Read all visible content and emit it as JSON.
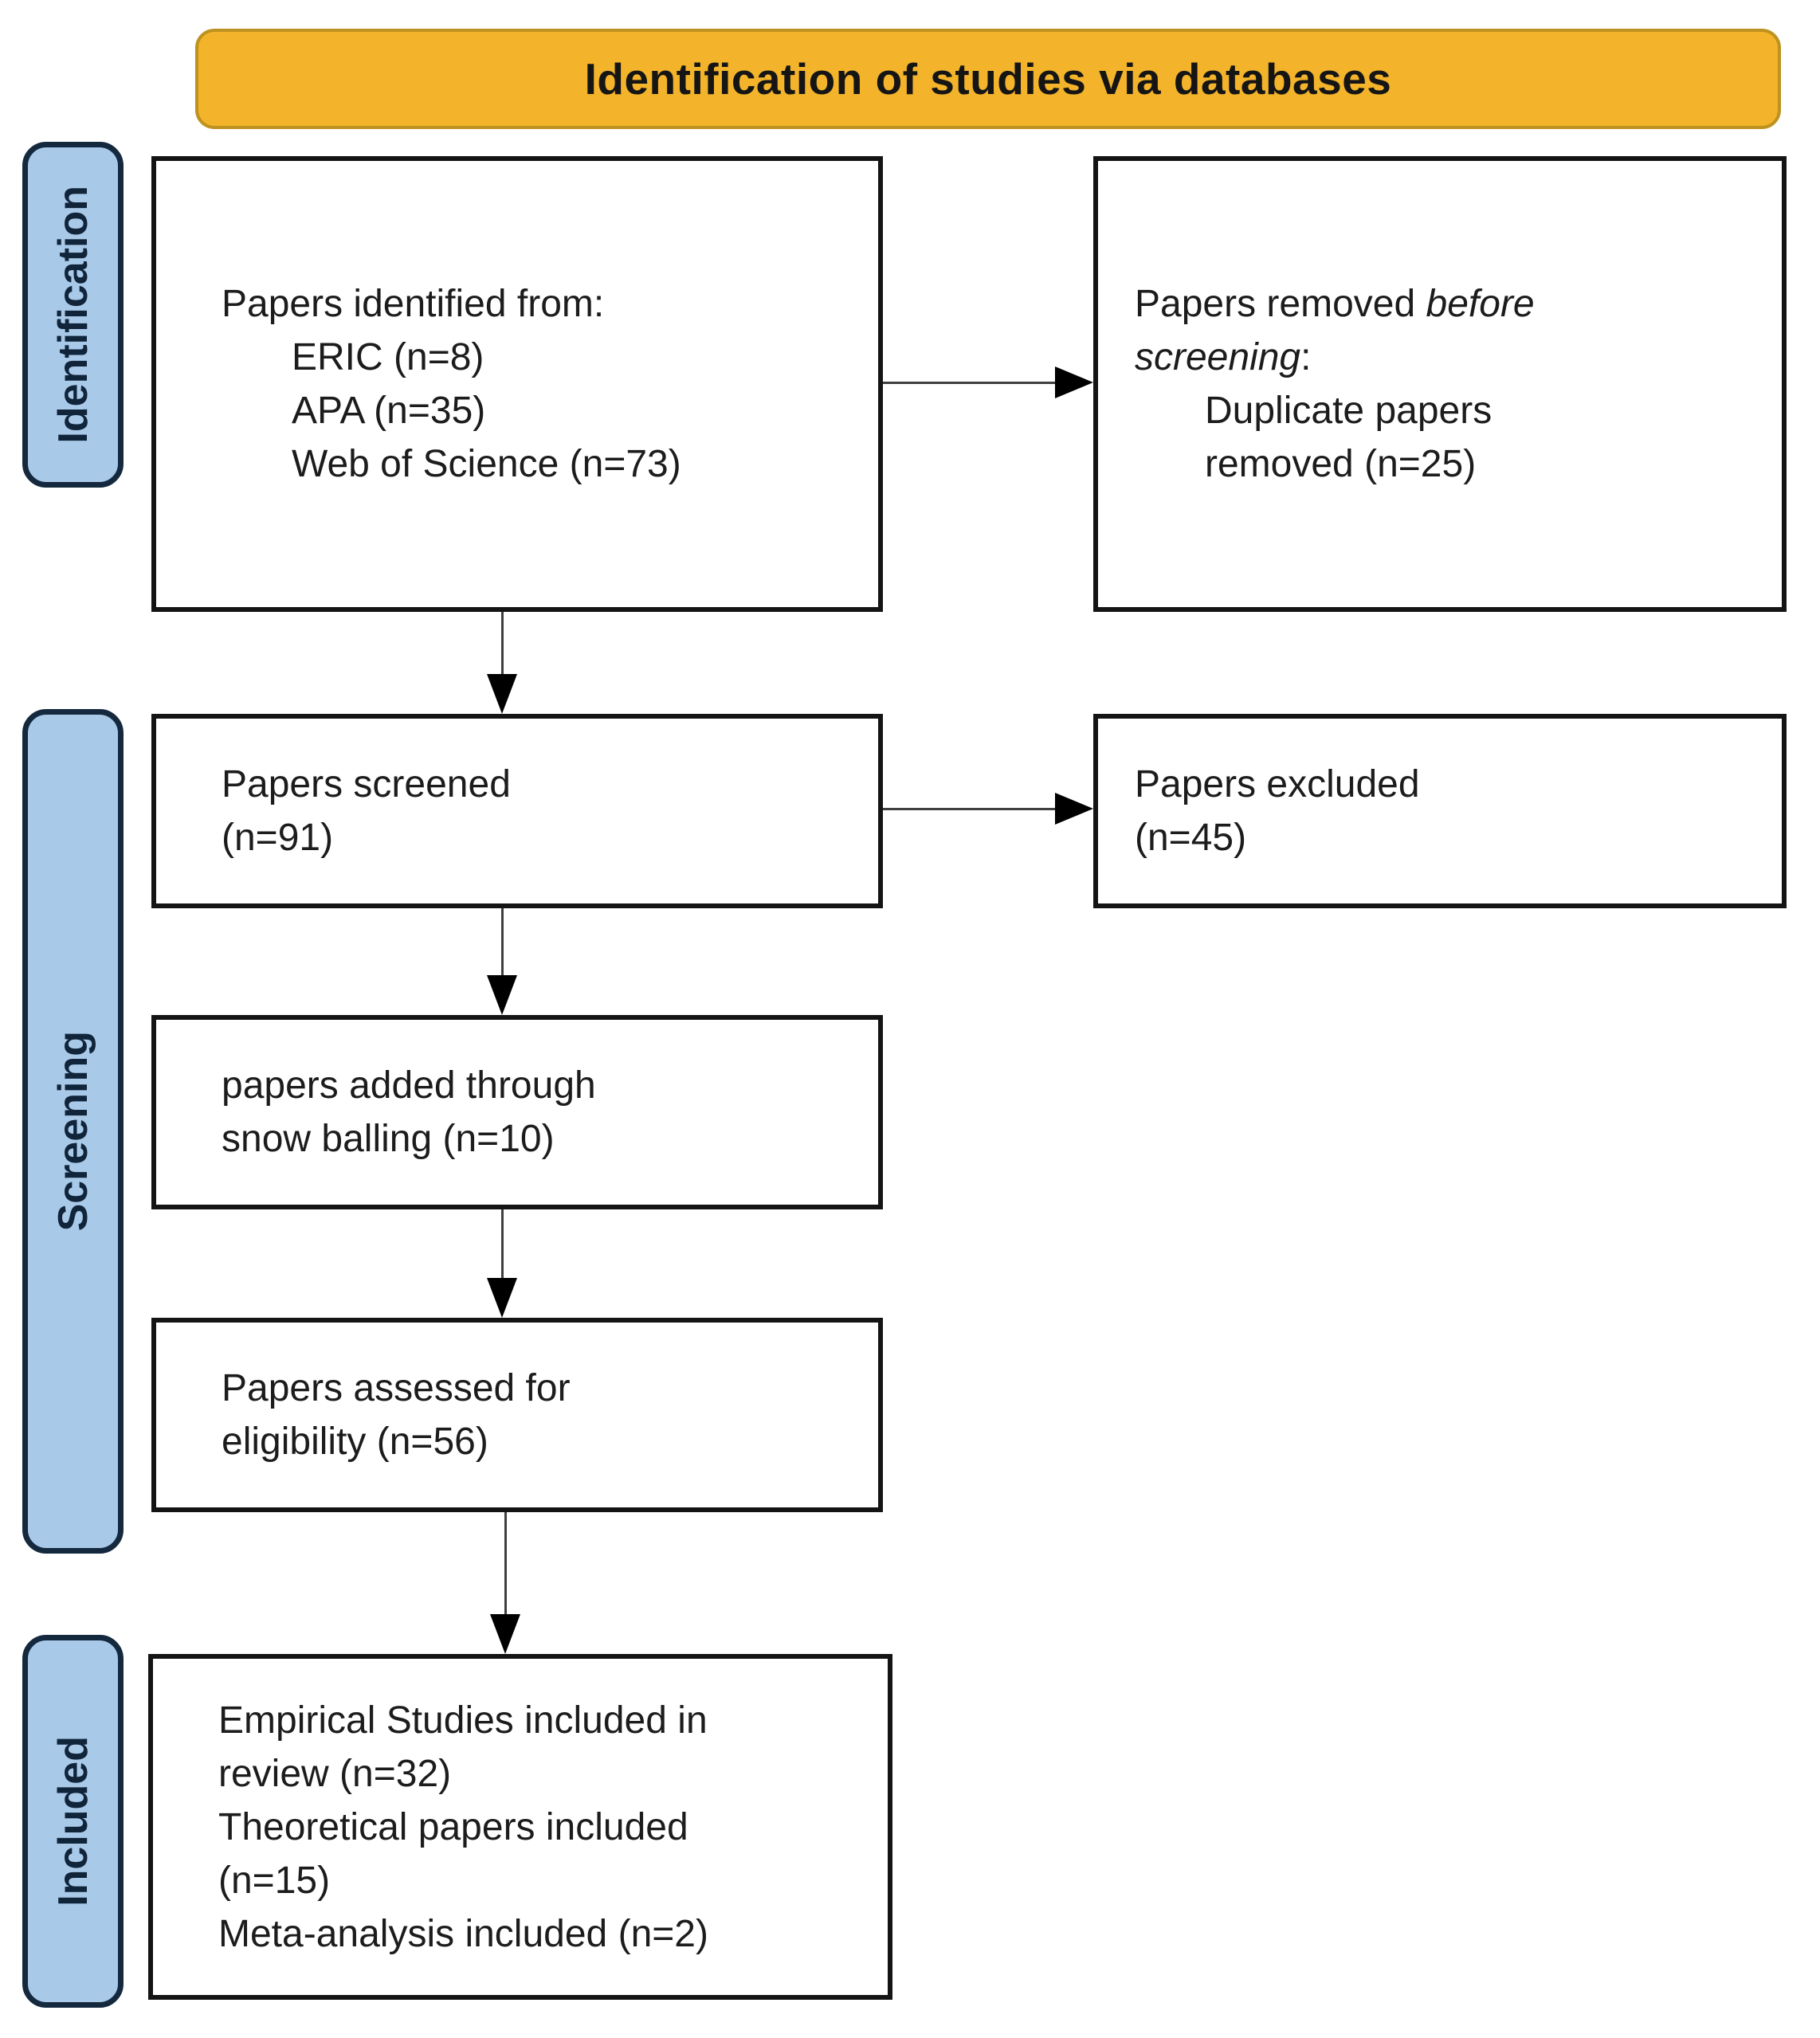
{
  "colors": {
    "header_bg": "#F3B32A",
    "header_border": "#BD9220",
    "stage_bg": "#A9C9E9",
    "stage_border": "#14283E",
    "box_border": "#141414",
    "arrow_line": "#3F3F3F",
    "arrow_head": "#000000",
    "text": "#1C1C1C"
  },
  "header": {
    "title": "Identification of studies via databases"
  },
  "stages": [
    {
      "label": "Identification"
    },
    {
      "label": "Screening"
    },
    {
      "label": "Included"
    }
  ],
  "boxes": {
    "identified": {
      "line1": "Papers identified from:",
      "items": [
        "ERIC (n=8)",
        "APA (n=35)",
        "Web of Science (n=73)"
      ]
    },
    "removed": {
      "line1_pre": "Papers removed ",
      "line1_italic": "before",
      "line2_italic": "screening",
      "line2_colon": ":",
      "items": [
        "Duplicate papers",
        "removed (n=25)"
      ]
    },
    "screened": {
      "line1": "Papers screened",
      "line2": "(n=91)"
    },
    "excluded": {
      "line1": "Papers excluded",
      "line2": "(n=45)"
    },
    "snowballing": {
      "line1": "papers added through",
      "line2": "snow balling (n=10)"
    },
    "assessed": {
      "line1": "Papers assessed for",
      "line2": "eligibility (n=56)"
    },
    "included": {
      "lines": [
        "Empirical Studies included in",
        "review (n=32)",
        "Theoretical papers included",
        "(n=15)",
        "Meta-analysis included (n=2)"
      ]
    }
  }
}
